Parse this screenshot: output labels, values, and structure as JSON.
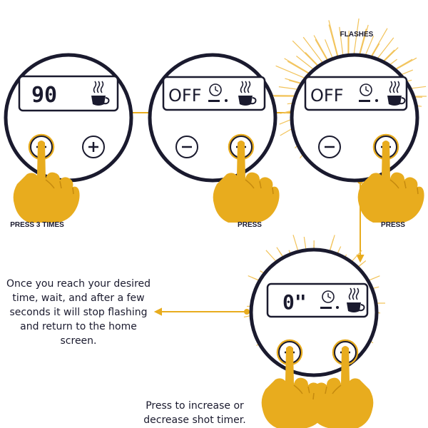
{
  "panels": [
    {
      "display": "90",
      "caption": "PRESS 3 TIMES",
      "flashing": false,
      "pressed": [
        "minus"
      ]
    },
    {
      "display": "OFF",
      "caption": "PRESS",
      "flashing": false,
      "pressed": [
        "plus"
      ]
    },
    {
      "display": "OFF",
      "caption": "PRESS",
      "top_label": "FLASHES",
      "flashing": true,
      "pressed": [
        "plus"
      ]
    },
    {
      "display": "0\"",
      "flashing": true,
      "pressed": [
        "minus",
        "plus"
      ]
    }
  ],
  "instructions": {
    "wait": [
      "Once you reach your desired",
      "time, wait, and after a few",
      "seconds it will stop flashing",
      "and return to the home",
      "screen."
    ],
    "press": [
      "Press to increase or",
      "decrease shot timer."
    ]
  },
  "colors": {
    "outline": "#1a1a2e",
    "accent": "#e8ac1e",
    "flash": "#f2c35a",
    "background": "#ffffff"
  },
  "icons": [
    "minus-icon",
    "plus-icon",
    "coffee-cup-icon",
    "clock-icon",
    "hand-pointer-icon"
  ]
}
